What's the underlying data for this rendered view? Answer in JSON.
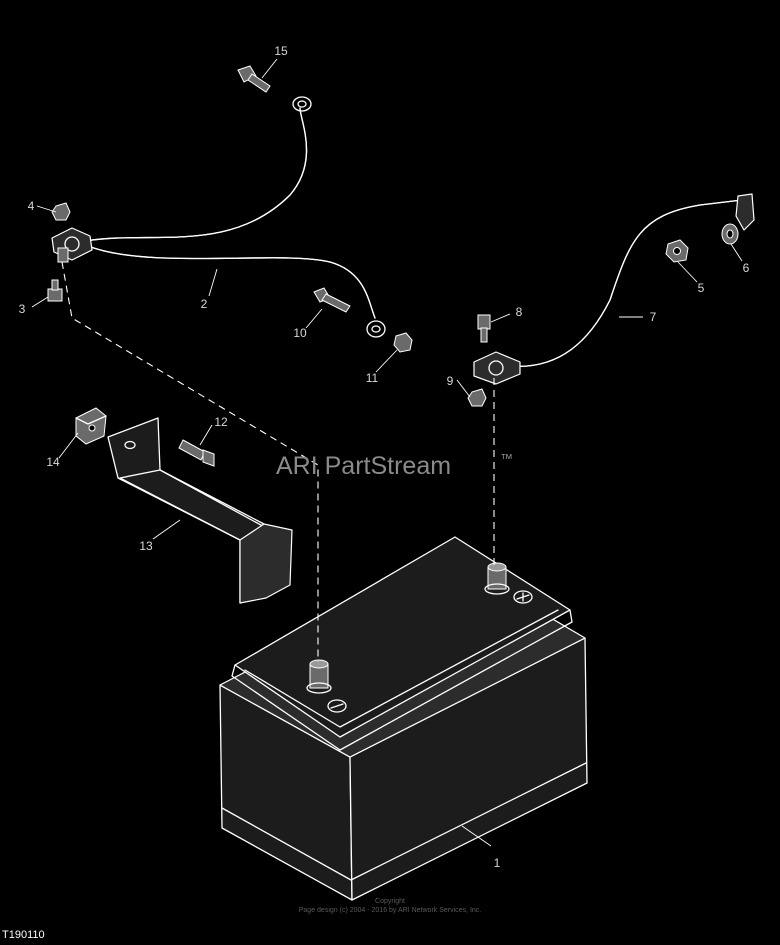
{
  "diagram": {
    "watermark_text": "ARI PartStream",
    "watermark_tm": "™",
    "drawing_id": "T190110",
    "copyright_line1": "Copyright",
    "copyright_line2": "Page design (c) 2004 - 2016 by ARI Network Services, Inc.",
    "parts": [
      {
        "id": "battery",
        "label": "1"
      },
      {
        "id": "negative-cable",
        "label": "2"
      },
      {
        "id": "screw-3",
        "label": "3"
      },
      {
        "id": "nut-4",
        "label": "4"
      },
      {
        "id": "nut-5",
        "label": "5"
      },
      {
        "id": "washer-6",
        "label": "6"
      },
      {
        "id": "positive-cable",
        "label": "7"
      },
      {
        "id": "screw-8",
        "label": "8"
      },
      {
        "id": "nut-9",
        "label": "9"
      },
      {
        "id": "bolt-10",
        "label": "10"
      },
      {
        "id": "nut-11",
        "label": "11"
      },
      {
        "id": "bolt-12",
        "label": "12"
      },
      {
        "id": "hold-down-bracket",
        "label": "13"
      },
      {
        "id": "clip-nut",
        "label": "14"
      },
      {
        "id": "bolt-15",
        "label": "15"
      }
    ]
  }
}
